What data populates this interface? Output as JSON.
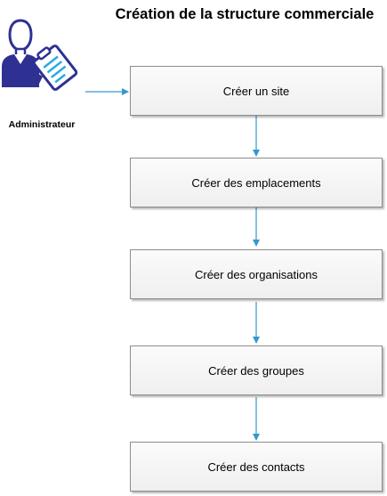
{
  "diagram": {
    "title": "Création de la structure commerciale",
    "actor": {
      "label": "Administrateur",
      "icon": "administrator-clipboard-icon"
    },
    "steps": [
      {
        "label": "Créer un site"
      },
      {
        "label": "Créer des emplacements"
      },
      {
        "label": "Créer des organisations"
      },
      {
        "label": "Créer des groupes"
      },
      {
        "label": "Créer des contacts"
      }
    ]
  },
  "colors": {
    "connector": "#3399cc",
    "icon_primary": "#2e3192",
    "icon_accent": "#29abe2",
    "box_border": "#8c8c8c",
    "box_fill": "#f3f3f3"
  }
}
